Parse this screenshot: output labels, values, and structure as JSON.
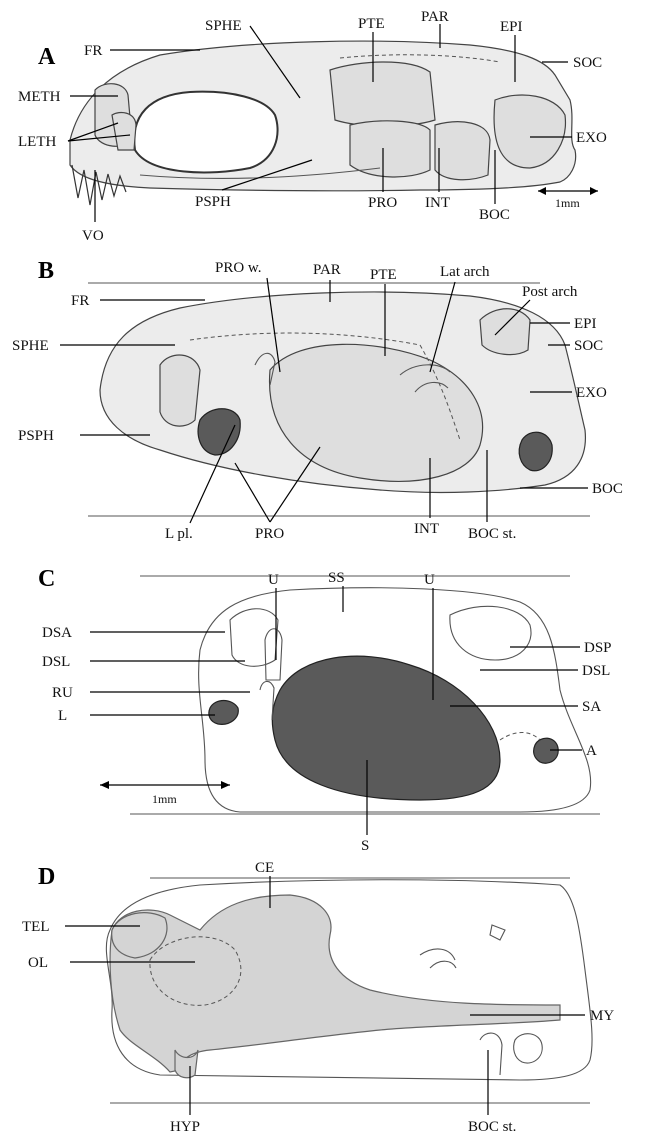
{
  "panels": [
    {
      "id": "A",
      "labels": [
        "FR",
        "SPHE",
        "PTE",
        "PAR",
        "EPI",
        "SOC",
        "METH",
        "LETH",
        "EXO",
        "VO",
        "PSPH",
        "PRO",
        "INT",
        "BOC"
      ],
      "scale": "1mm"
    },
    {
      "id": "B",
      "labels": [
        "PRO w.",
        "PAR",
        "PTE",
        "Lat arch",
        "Post arch",
        "FR",
        "EPI",
        "SPHE",
        "SOC",
        "EXO",
        "PSPH",
        "BOC",
        "L pl.",
        "PRO",
        "INT",
        "BOC st."
      ]
    },
    {
      "id": "C",
      "labels": [
        "U",
        "SS",
        "U",
        "DSA",
        "DSP",
        "DSL",
        "DSL",
        "RU",
        "SA",
        "L",
        "A",
        "S"
      ],
      "scale": "1mm"
    },
    {
      "id": "D",
      "labels": [
        "CE",
        "TEL",
        "OL",
        "MY",
        "HYP",
        "BOC st."
      ]
    }
  ]
}
